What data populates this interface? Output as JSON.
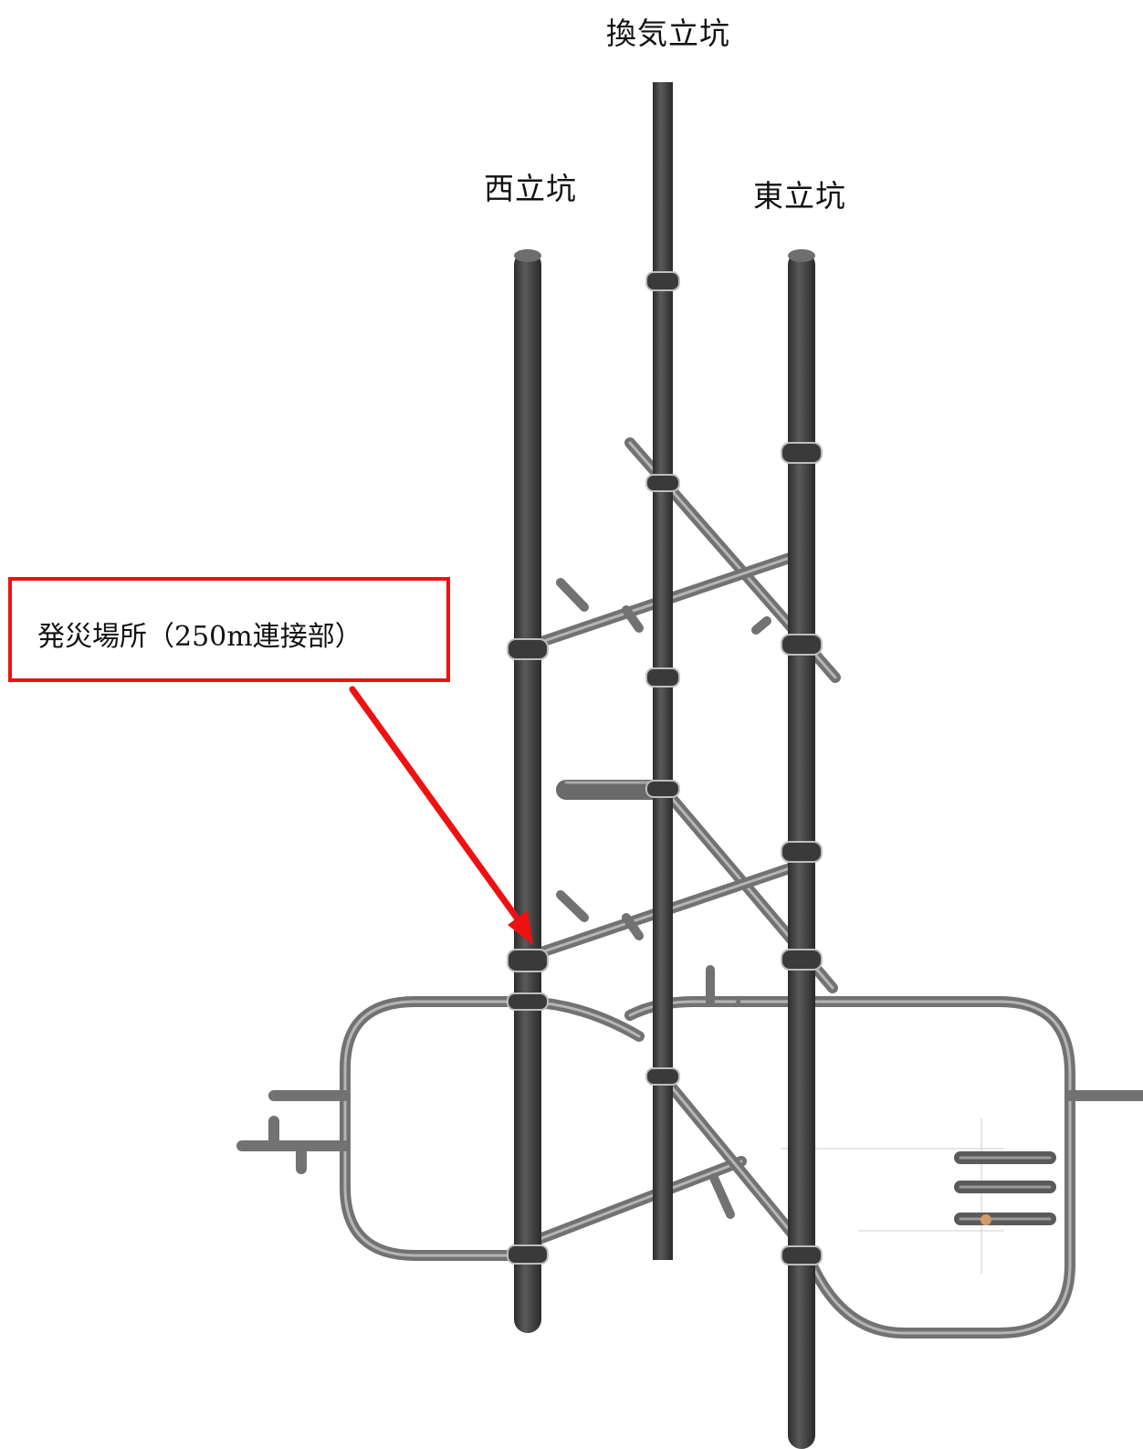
{
  "labels": {
    "ventilation_shaft": "換気立坑",
    "west_shaft": "西立坑",
    "east_shaft": "東立坑"
  },
  "callout": {
    "text": "発災場所（250m連接部）",
    "color": "#ee1111"
  },
  "colors": {
    "shaft": "#3f3f3f",
    "tunnel": "#7a7a7a",
    "tunnel_highlight": "#b8b8b8",
    "arrow": "#ee1111"
  }
}
